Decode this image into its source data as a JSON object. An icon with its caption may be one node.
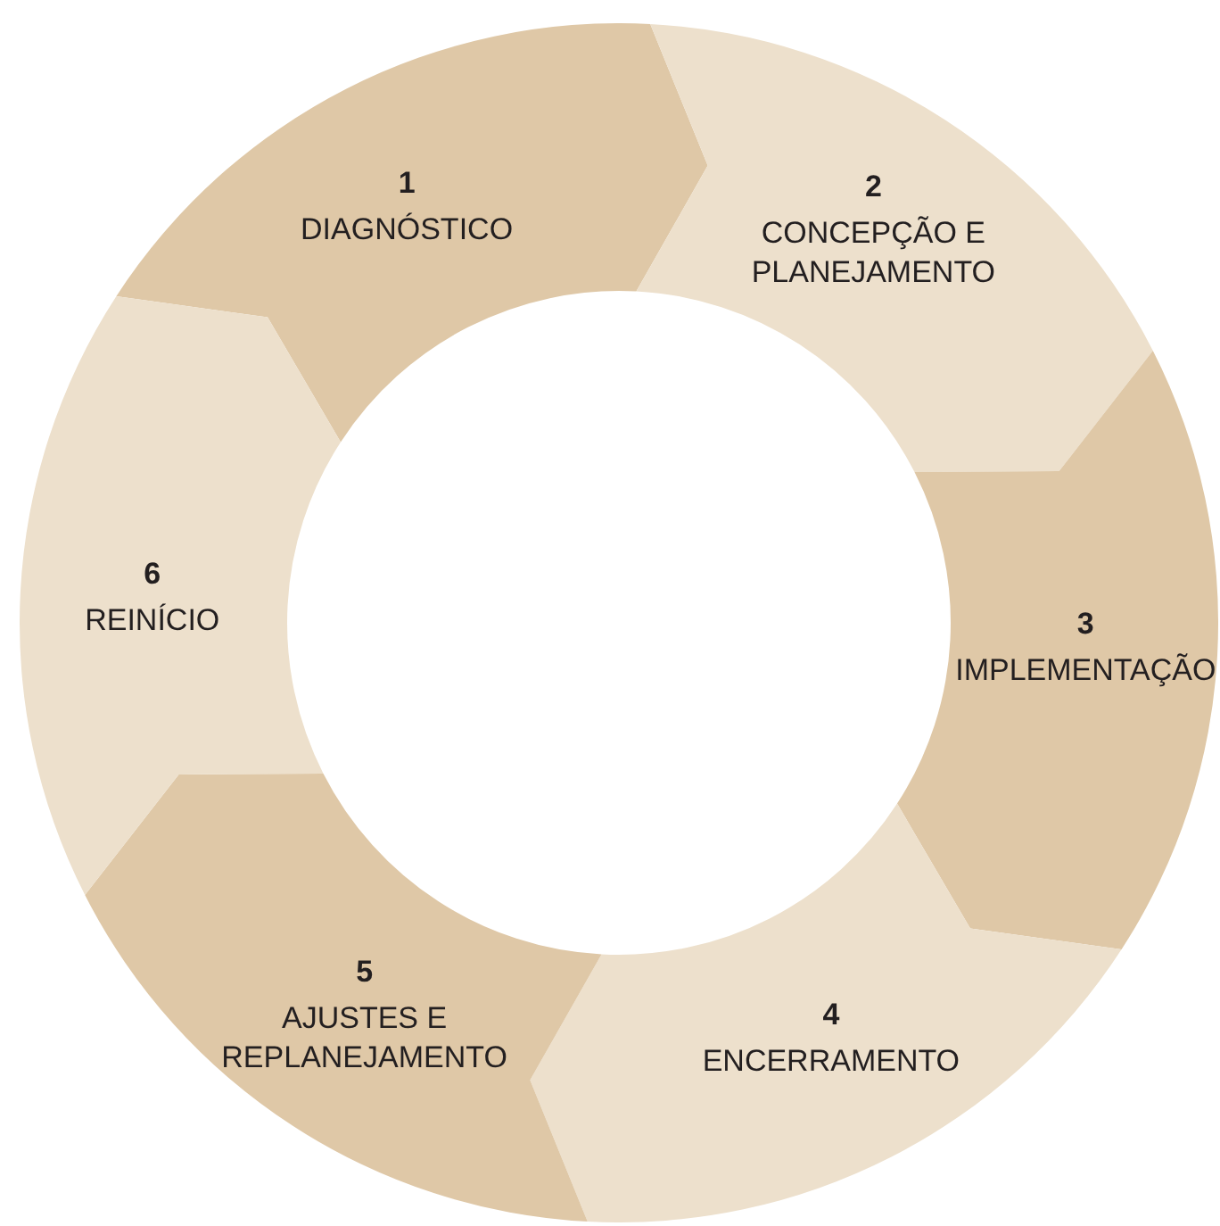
{
  "diagram": {
    "nodes": [
      {
        "text": [
          "1",
          "DIAGNÓSTICO"
        ]
      },
      {
        "text": [
          "2",
          "CONCEPÇÃO E PLANEJAMENTO"
        ]
      },
      {
        "text": [
          "3",
          "IMPLEMENTAÇÃO"
        ]
      },
      {
        "text": [
          "4",
          "ENCERRAMENTO"
        ]
      },
      {
        "text": [
          "5",
          "AJUSTES E REPLANEJAMENTO"
        ]
      },
      {
        "text": [
          "6",
          "REINÍCIO"
        ]
      }
    ]
  }
}
